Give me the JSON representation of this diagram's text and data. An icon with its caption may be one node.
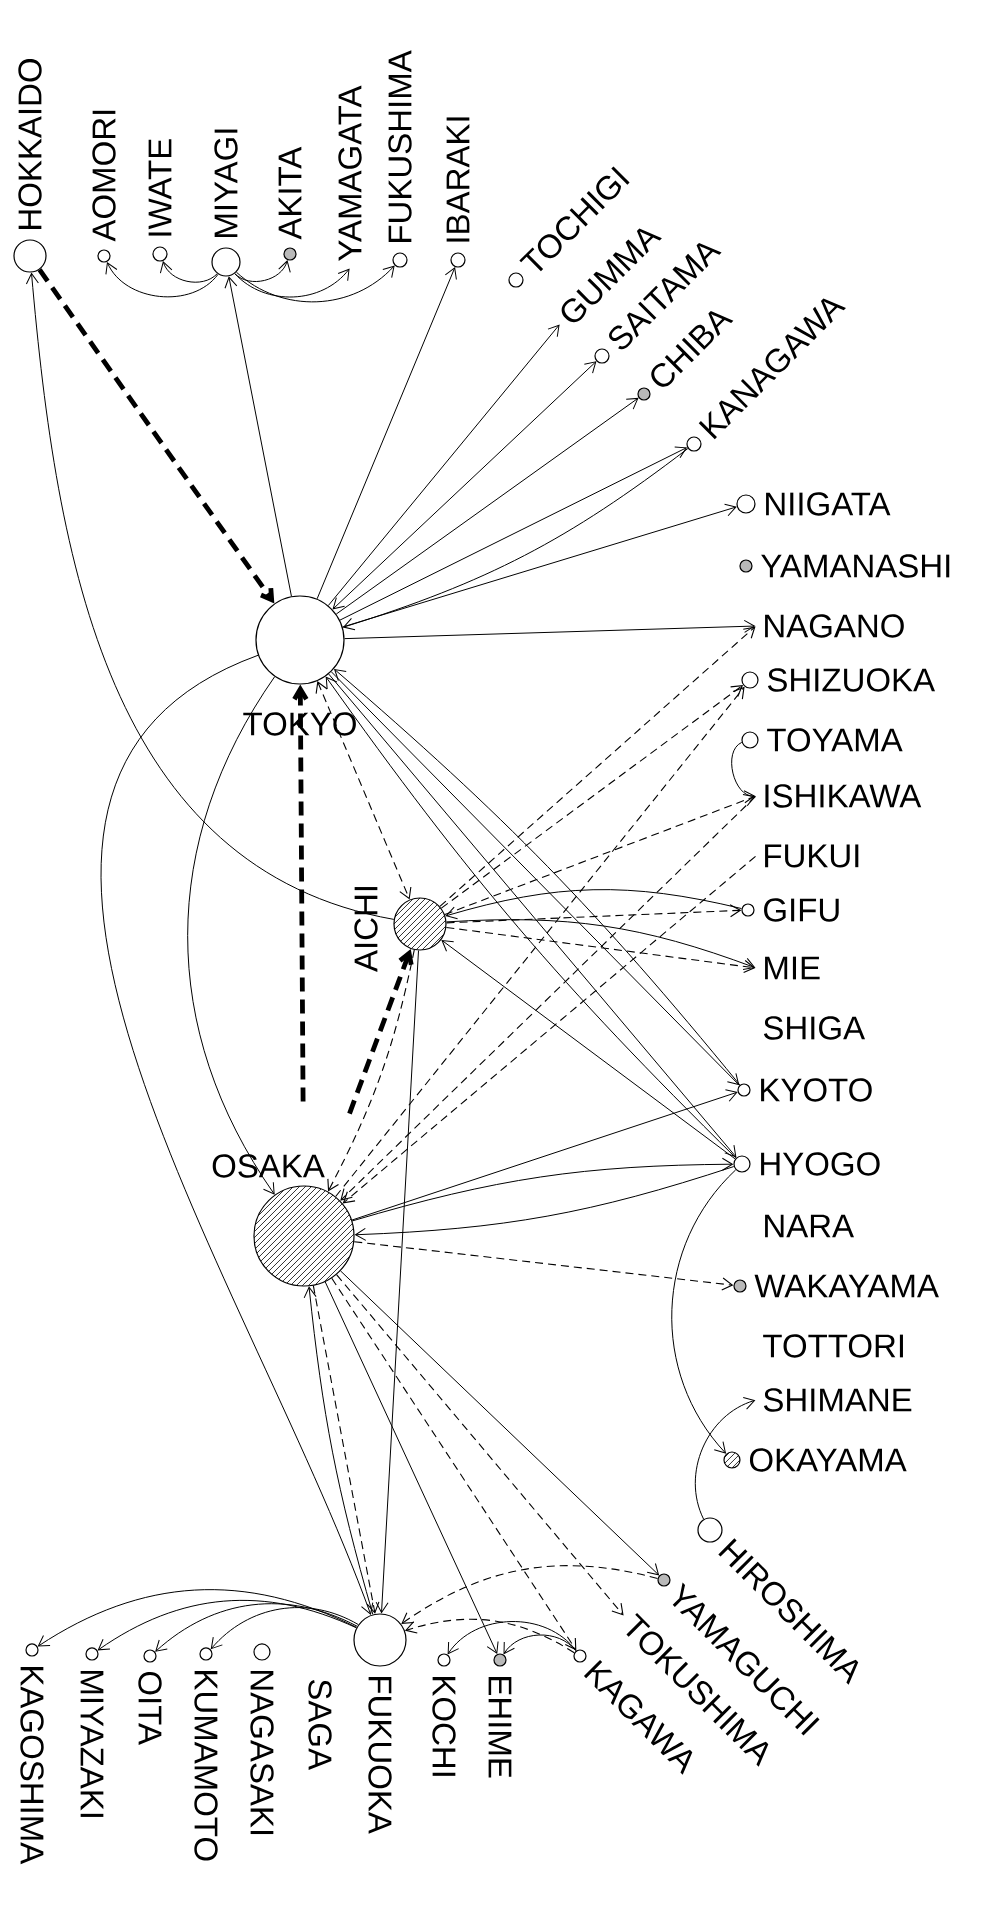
{
  "diagram": {
    "nodes": [
      {
        "text": [
          "HOKKAIDO"
        ]
      },
      {
        "text": [
          "AOMORI"
        ]
      },
      {
        "text": [
          "IWATE"
        ]
      },
      {
        "text": [
          "MIYAGI"
        ]
      },
      {
        "text": [
          "AKITA"
        ]
      },
      {
        "text": [
          "YAMAGATA"
        ]
      },
      {
        "text": [
          "FUKUSHIMA"
        ]
      },
      {
        "text": [
          "IBARAKI"
        ]
      },
      {
        "text": [
          "TOCHIGI"
        ]
      },
      {
        "text": [
          "GUMMA"
        ]
      },
      {
        "text": [
          "SAITAMA"
        ]
      },
      {
        "text": [
          "CHIBA"
        ]
      },
      {
        "text": [
          "KANAGAWA"
        ]
      },
      {
        "text": [
          "NIIGATA"
        ]
      },
      {
        "text": [
          "YAMANASHI"
        ]
      },
      {
        "text": [
          "NAGANO"
        ]
      },
      {
        "text": [
          "SHIZUOKA"
        ]
      },
      {
        "text": [
          "TOYAMA"
        ]
      },
      {
        "text": [
          "ISHIKAWA"
        ]
      },
      {
        "text": [
          "FUKUI"
        ]
      },
      {
        "text": [
          "GIFU"
        ]
      },
      {
        "text": [
          "MIE"
        ]
      },
      {
        "text": [
          "SHIGA"
        ]
      },
      {
        "text": [
          "KYOTO"
        ]
      },
      {
        "text": [
          "HYOGO"
        ]
      },
      {
        "text": [
          "NARA"
        ]
      },
      {
        "text": [
          "WAKAYAMA"
        ]
      },
      {
        "text": [
          "TOTTORI"
        ]
      },
      {
        "text": [
          "SHIMANE"
        ]
      },
      {
        "text": [
          "OKAYAMA"
        ]
      },
      {
        "text": [
          "HIROSHIMA"
        ]
      },
      {
        "text": [
          "YAMAGUCHI"
        ]
      },
      {
        "text": [
          "TOKUSHIMA"
        ]
      },
      {
        "text": [
          "KAGAWA"
        ]
      },
      {
        "text": [
          "EHIME"
        ]
      },
      {
        "text": [
          "KOCHI"
        ]
      },
      {
        "text": [
          "FUKUOKA"
        ]
      },
      {
        "text": [
          "SAGA"
        ]
      },
      {
        "text": [
          "NAGASAKI"
        ]
      },
      {
        "text": [
          "KUMAMOTO"
        ]
      },
      {
        "text": [
          "OITA"
        ]
      },
      {
        "text": [
          "MIYAZAKI"
        ]
      },
      {
        "text": [
          "KAGOSHIMA"
        ]
      },
      {
        "text": [
          "TOKYO"
        ]
      },
      {
        "text": [
          "AICHI"
        ]
      },
      {
        "text": [
          "OSAKA"
        ]
      }
    ],
    "edges": [
      {
        "from": 0,
        "to": 43,
        "arrow": "to",
        "style": "dashed"
      },
      {
        "from": 3,
        "to": 1,
        "arrow": "to"
      },
      {
        "from": 3,
        "to": 2,
        "arrow": "to"
      },
      {
        "from": 3,
        "to": 4,
        "arrow": "to"
      },
      {
        "from": 3,
        "to": 5,
        "arrow": "to"
      },
      {
        "from": 3,
        "to": 6,
        "arrow": "to"
      },
      {
        "from": 43,
        "to": 3,
        "arrow": "to"
      },
      {
        "from": 43,
        "to": 7,
        "arrow": "to"
      },
      {
        "from": 43,
        "to": 9,
        "arrow": "to"
      },
      {
        "from": 43,
        "to": 10,
        "arrow": "both"
      },
      {
        "from": 43,
        "to": 11,
        "arrow": "to"
      },
      {
        "from": 12,
        "to": 43,
        "arrow": "to"
      },
      {
        "from": 43,
        "to": 12,
        "arrow": "to"
      },
      {
        "from": 43,
        "to": 13,
        "arrow": "to"
      },
      {
        "from": 43,
        "to": 15,
        "arrow": "to"
      },
      {
        "from": 44,
        "to": 0,
        "arrow": "to"
      },
      {
        "from": 43,
        "to": 45,
        "arrow": "to"
      },
      {
        "from": 43,
        "to": 36,
        "arrow": "to"
      },
      {
        "from": 45,
        "to": 43,
        "arrow": "to",
        "style": "dashed"
      },
      {
        "from": 45,
        "to": 44,
        "arrow": "to",
        "style": "dashed"
      },
      {
        "from": 44,
        "to": 45,
        "arrow": "to",
        "style": "dashed"
      },
      {
        "from": 43,
        "to": 44,
        "arrow": "both",
        "style": "dashed"
      },
      {
        "from": 44,
        "to": 15,
        "arrow": "to",
        "style": "dashed"
      },
      {
        "from": 44,
        "to": 16,
        "arrow": "to",
        "style": "dashed"
      },
      {
        "from": 44,
        "to": 18,
        "arrow": "to",
        "style": "dashed"
      },
      {
        "from": 44,
        "to": 20,
        "arrow": "to",
        "style": "dashed"
      },
      {
        "from": 44,
        "to": 21,
        "arrow": "to",
        "style": "dashed"
      },
      {
        "from": 20,
        "to": 44,
        "arrow": "to"
      },
      {
        "from": 44,
        "to": 21,
        "arrow": "to"
      },
      {
        "from": 17,
        "to": 18,
        "arrow": "to"
      },
      {
        "from": 43,
        "to": 23,
        "arrow": "to"
      },
      {
        "from": 43,
        "to": 24,
        "arrow": "to"
      },
      {
        "from": 23,
        "to": 43,
        "arrow": "to"
      },
      {
        "from": 24,
        "to": 43,
        "arrow": "to"
      },
      {
        "from": 24,
        "to": 44,
        "arrow": "to"
      },
      {
        "from": 45,
        "to": 16,
        "arrow": "to",
        "style": "dashed"
      },
      {
        "from": 18,
        "to": 45,
        "arrow": "to",
        "style": "dashed"
      },
      {
        "from": 19,
        "to": 45,
        "arrow": "to",
        "style": "dashed"
      },
      {
        "from": 45,
        "to": 23,
        "arrow": "to"
      },
      {
        "from": 45,
        "to": 24,
        "arrow": "to"
      },
      {
        "from": 24,
        "to": 45,
        "arrow": "to"
      },
      {
        "from": 45,
        "to": 26,
        "arrow": "to",
        "style": "dashed"
      },
      {
        "from": 24,
        "to": 29,
        "arrow": "to"
      },
      {
        "from": 30,
        "to": 28,
        "arrow": "to"
      },
      {
        "from": 45,
        "to": 36,
        "arrow": "to",
        "style": "dashed"
      },
      {
        "from": 36,
        "to": 45,
        "arrow": "to"
      },
      {
        "from": 44,
        "to": 36,
        "arrow": "to"
      },
      {
        "from": 45,
        "to": 31,
        "arrow": "to"
      },
      {
        "from": 45,
        "to": 34,
        "arrow": "to"
      },
      {
        "from": 45,
        "to": 32,
        "arrow": "to",
        "style": "dashed"
      },
      {
        "from": 45,
        "to": 33,
        "arrow": "to",
        "style": "dashed"
      },
      {
        "from": 31,
        "to": 36,
        "arrow": "to",
        "style": "dashed"
      },
      {
        "from": 33,
        "to": 36,
        "arrow": "to",
        "style": "dashed"
      },
      {
        "from": 33,
        "to": 35,
        "arrow": "to"
      },
      {
        "from": 33,
        "to": 34,
        "arrow": "to"
      },
      {
        "from": 36,
        "to": 42,
        "arrow": "to"
      },
      {
        "from": 36,
        "to": 41,
        "arrow": "to"
      },
      {
        "from": 36,
        "to": 40,
        "arrow": "to"
      },
      {
        "from": 36,
        "to": 39,
        "arrow": "to"
      }
    ]
  }
}
